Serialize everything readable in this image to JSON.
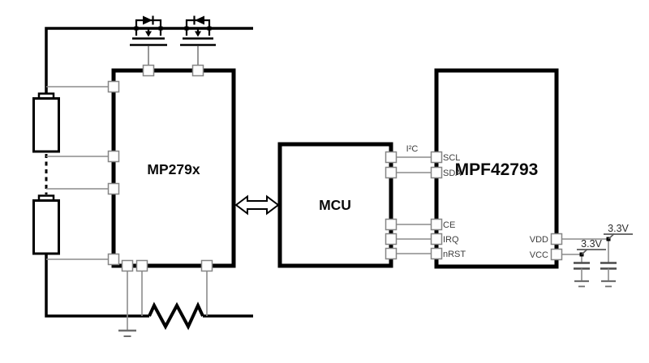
{
  "diagram_title": "battery-management-block-diagram",
  "colors": {
    "background": "#ffffff",
    "ink": "#000000",
    "signal_wire": "#8c8c8c",
    "pin_fill": "#fdfdfd",
    "pin_border": "#858585"
  },
  "blocks": {
    "charger_label": "MP279x",
    "mcu_label": "MCU",
    "monitor_label": "MPF42793"
  },
  "pin_labels": {
    "scl": "SCL",
    "sda": "SDA",
    "ce": "CE",
    "irq": "IRQ",
    "nrst": "nRST",
    "vdd": "VDD",
    "vcc": "VCC"
  },
  "annotations": {
    "i2c_bus": "I²C",
    "vdd_rail_voltage": "3.3V",
    "vcc_rail_voltage": "3.3V"
  },
  "symbols": {
    "mosfet_pair": "back-to-back-mosfet-switches",
    "battery_stack": "multi-cell-battery-stack",
    "sense_resistor": "current-sense-resistor",
    "bus_arrow": "bidirectional-bus-arrow",
    "capacitors": "decoupling-capacitor-to-ground",
    "ground": "ground-symbol"
  }
}
